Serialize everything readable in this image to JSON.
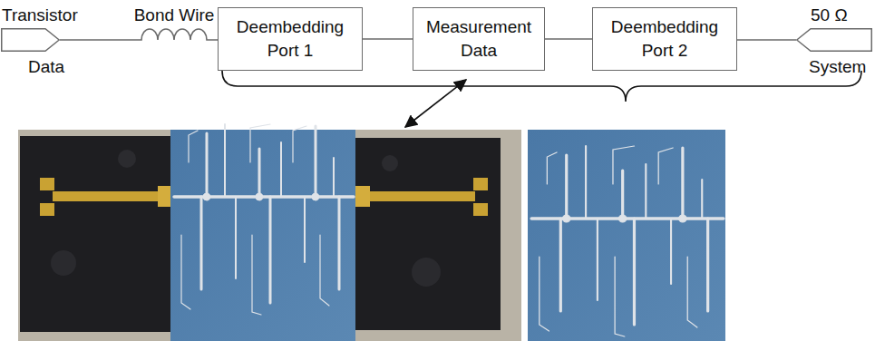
{
  "diagram": {
    "nodes": [
      {
        "text": [
          "Transistor",
          "Data"
        ]
      },
      {
        "text": [
          "Deembedding Port 1"
        ]
      },
      {
        "text": [
          "Measurement Data"
        ]
      },
      {
        "text": [
          "Deembedding Port 2"
        ]
      },
      {
        "text": [
          "50 Ω",
          "System"
        ]
      }
    ],
    "edges": [
      {
        "from": 0,
        "to": 1,
        "arrow": "none",
        "label": "Bond Wire"
      },
      {
        "from": 1,
        "to": 2,
        "arrow": "none"
      },
      {
        "from": 2,
        "to": 3,
        "arrow": "none"
      },
      {
        "from": 3,
        "to": 4,
        "arrow": "none"
      }
    ]
  }
}
